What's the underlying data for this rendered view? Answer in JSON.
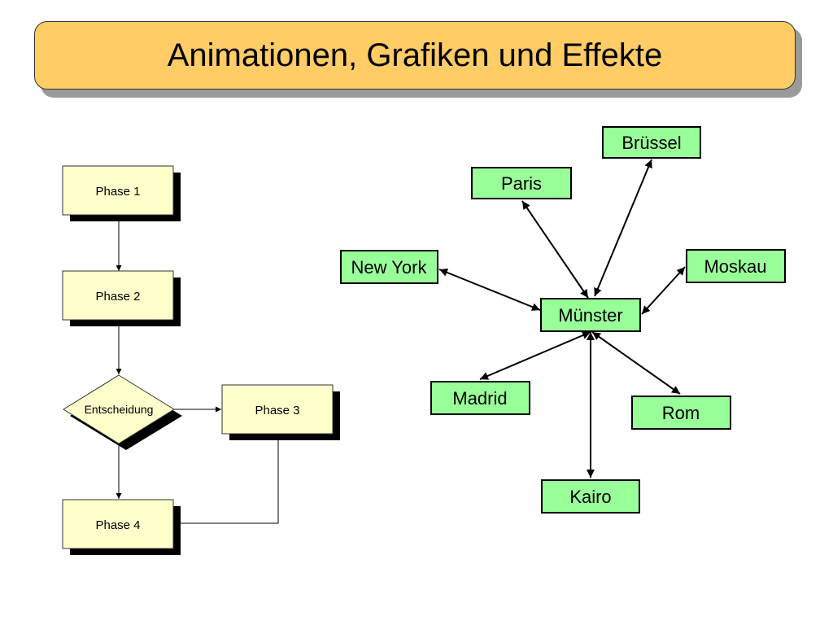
{
  "title": "Animationen, Grafiken und Effekte",
  "colors": {
    "title_bg": "#ffcc66",
    "phase_bg": "#ffffcc",
    "city_bg": "#99ff99",
    "shadow": "#000000"
  },
  "flowchart": {
    "phase1": "Phase 1",
    "phase2": "Phase 2",
    "decision": "Entscheidung",
    "phase3": "Phase 3",
    "phase4": "Phase 4"
  },
  "network": {
    "center": "Münster",
    "cities": {
      "bruessel": "Brüssel",
      "paris": "Paris",
      "newyork": "New York",
      "moskau": "Moskau",
      "madrid": "Madrid",
      "rom": "Rom",
      "kairo": "Kairo"
    }
  }
}
